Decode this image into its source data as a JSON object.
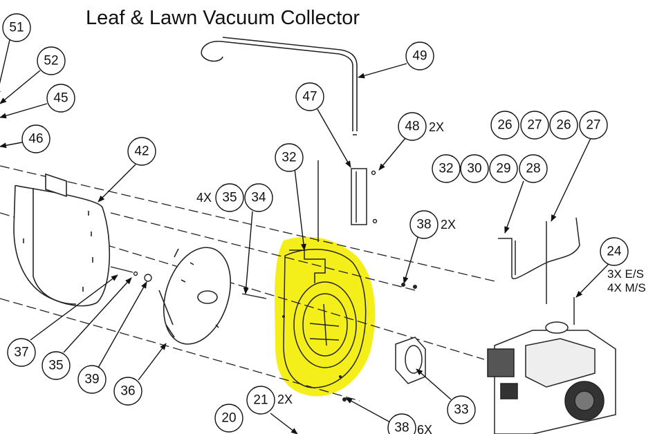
{
  "title": "Leaf & Lawn Vacuum Collector",
  "highlight_color": "#f4ef1a",
  "callouts": [
    {
      "id": "51",
      "label": "51"
    },
    {
      "id": "52",
      "label": "52"
    },
    {
      "id": "45",
      "label": "45"
    },
    {
      "id": "46",
      "label": "46"
    },
    {
      "id": "42",
      "label": "42"
    },
    {
      "id": "35a",
      "label": "35"
    },
    {
      "id": "34",
      "label": "34"
    },
    {
      "id": "32a",
      "label": "32"
    },
    {
      "id": "47",
      "label": "47"
    },
    {
      "id": "49",
      "label": "49"
    },
    {
      "id": "48",
      "label": "48"
    },
    {
      "id": "38a",
      "label": "38"
    },
    {
      "id": "26a",
      "label": "26"
    },
    {
      "id": "27a",
      "label": "27"
    },
    {
      "id": "26b",
      "label": "26"
    },
    {
      "id": "27b",
      "label": "27"
    },
    {
      "id": "32b",
      "label": "32"
    },
    {
      "id": "30",
      "label": "30"
    },
    {
      "id": "29",
      "label": "29"
    },
    {
      "id": "28",
      "label": "28"
    },
    {
      "id": "24",
      "label": "24"
    },
    {
      "id": "37",
      "label": "37"
    },
    {
      "id": "35b",
      "label": "35"
    },
    {
      "id": "39",
      "label": "39"
    },
    {
      "id": "36",
      "label": "36"
    },
    {
      "id": "21",
      "label": "21"
    },
    {
      "id": "20",
      "label": "20"
    },
    {
      "id": "33",
      "label": "33"
    },
    {
      "id": "38b",
      "label": "38"
    }
  ],
  "notes": {
    "qty_35": "4X",
    "qty_48": "2X",
    "qty_38a": "2X",
    "qty_21": "2X",
    "qty_38b": "6X",
    "qty_24_es": "3X E/S",
    "qty_24_ms": "4X M/S"
  }
}
